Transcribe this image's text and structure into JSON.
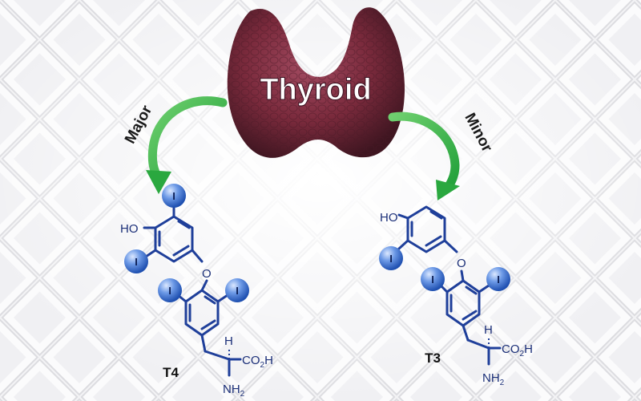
{
  "gland": {
    "label": "Thyroid"
  },
  "pathways": {
    "major": "Major",
    "minor": "Minor"
  },
  "molecules": {
    "t4": {
      "name": "T4",
      "hydroxyl": "HO",
      "carboxyl": "CO2H",
      "amine": "NH2",
      "hydrogen": "H",
      "oxygen": "O",
      "iodine": "I"
    },
    "t3": {
      "name": "T3",
      "hydroxyl": "HO",
      "carboxyl": "CO2H",
      "amine": "NH2",
      "hydrogen": "H",
      "oxygen": "O",
      "iodine": "I"
    }
  },
  "colors": {
    "gland": "#7a2a3c",
    "arrow": "#3fb24a",
    "structure": "#1f3f9a",
    "iodine_ball": "#4f7fd6",
    "background": "#f4f4f6"
  }
}
